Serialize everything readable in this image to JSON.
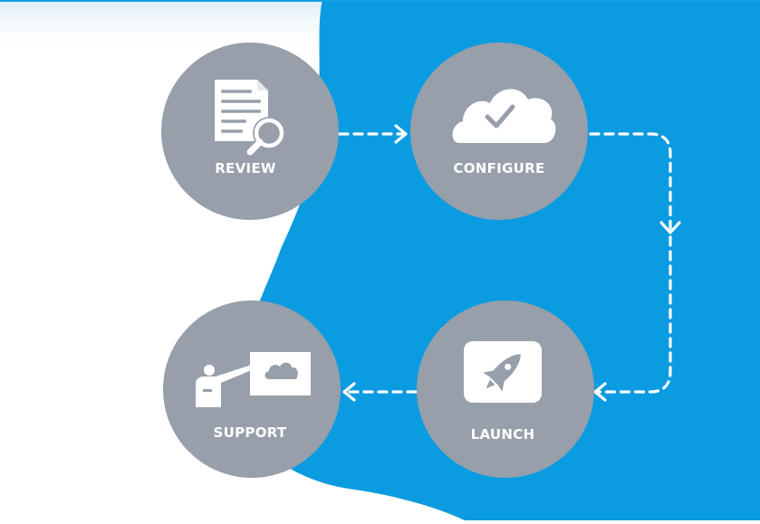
{
  "diagram": {
    "steps": [
      {
        "id": "review",
        "label": "REVIEW",
        "icon": "document-search-icon"
      },
      {
        "id": "configure",
        "label": "CONFIGURE",
        "icon": "cloud-check-icon"
      },
      {
        "id": "launch",
        "label": "LAUNCH",
        "icon": "rocket-icon"
      },
      {
        "id": "support",
        "label": "SUPPORT",
        "icon": "presenter-board-icon"
      }
    ],
    "flow": [
      "review",
      "configure",
      "launch",
      "support"
    ]
  },
  "colors": {
    "cloud_background": "#0b9be1",
    "circle_fill": "#979faa",
    "icon_white": "#ffffff",
    "arrow": "#ffffff",
    "top_border": "#12a1e3"
  }
}
